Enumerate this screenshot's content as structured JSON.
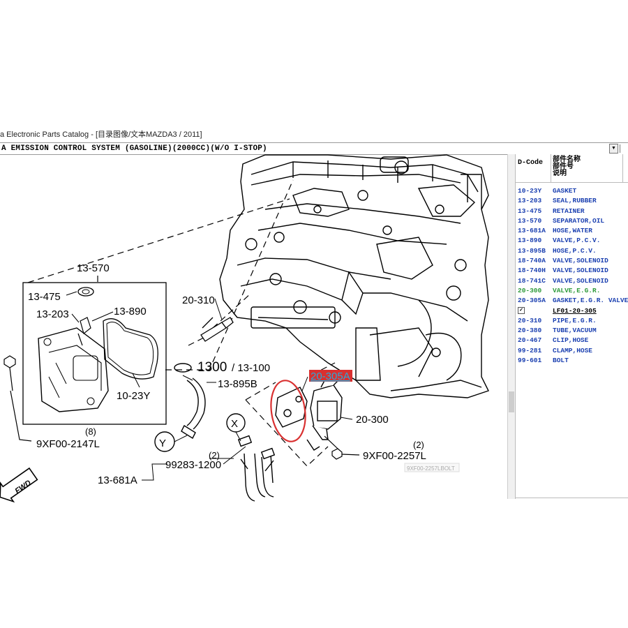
{
  "window": {
    "title": "a Electronic Parts Catalog - [目录图像/文本MAZDA3 / 2011]"
  },
  "header": {
    "section_title": "A  EMISSION CONTROL SYSTEM (GASOLINE)(2000CC)(W/O I-STOP)",
    "dropdown_icon": "chevron-down-icon"
  },
  "diagram": {
    "callouts": {
      "c13_570": "13-570",
      "c13_475": "13-475",
      "c13_203": "13-203",
      "c13_890": "13-890",
      "c10_23Y": "10-23Y",
      "c8": "(8)",
      "c9XF00_2147L": "9XF00-2147L",
      "c20_310": "20-310",
      "c1300": "1300",
      "c13_100": "/ 13-100",
      "c13_895B": "13-895B",
      "cX": "X",
      "cY": "Y",
      "c2a": "(2)",
      "c99283_1200": "99283-1200",
      "c13_681A": "13-681A",
      "c20_305A": "20-305A",
      "c20_300": "20-300",
      "c2b": "(2)",
      "c9XF00_2257L": "9XF00-2257L",
      "tooltip": "9XF00-2257LBOLT",
      "fwd": "FWD"
    },
    "highlight_color": "#d93030",
    "selected_callout_color": "#2aa9d8"
  },
  "parts_panel": {
    "col_code": "D-Code",
    "col_name_lines": [
      "部件名称",
      "部件号",
      "说明"
    ],
    "rows": [
      {
        "code": "10-23Y",
        "name": "GASKET",
        "style": "blue"
      },
      {
        "code": "13-203",
        "name": "SEAL,RUBBER",
        "style": "blue"
      },
      {
        "code": "13-475",
        "name": "RETAINER",
        "style": "blue"
      },
      {
        "code": "13-570",
        "name": "SEPARATOR,OIL",
        "style": "blue"
      },
      {
        "code": "13-681A",
        "name": "HOSE,WATER",
        "style": "blue"
      },
      {
        "code": "13-890",
        "name": "VALVE,P.C.V.",
        "style": "blue"
      },
      {
        "code": "13-895B",
        "name": "HOSE,P.C.V.",
        "style": "blue"
      },
      {
        "code": "18-740A",
        "name": "VALVE,SOLENOID",
        "style": "blue"
      },
      {
        "code": "18-740H",
        "name": "VALVE,SOLENOID",
        "style": "blue"
      },
      {
        "code": "18-741C",
        "name": "VALVE,SOLENOID",
        "style": "blue"
      },
      {
        "code": "20-300",
        "name": "VALVE,E.G.R.",
        "style": "green"
      },
      {
        "code": "20-305A",
        "name": "GASKET,E.G.R. VALVE",
        "style": "blue"
      },
      {
        "code": "",
        "name": "LF01-20-305",
        "style": "sub"
      },
      {
        "code": "20-310",
        "name": "PIPE,E.G.R.",
        "style": "blue"
      },
      {
        "code": "20-380",
        "name": "TUBE,VACUUM",
        "style": "blue"
      },
      {
        "code": "20-467",
        "name": "CLIP,HOSE",
        "style": "blue"
      },
      {
        "code": "99-281",
        "name": "CLAMP,HOSE",
        "style": "blue"
      },
      {
        "code": "99-601",
        "name": "BOLT",
        "style": "blue"
      }
    ]
  }
}
